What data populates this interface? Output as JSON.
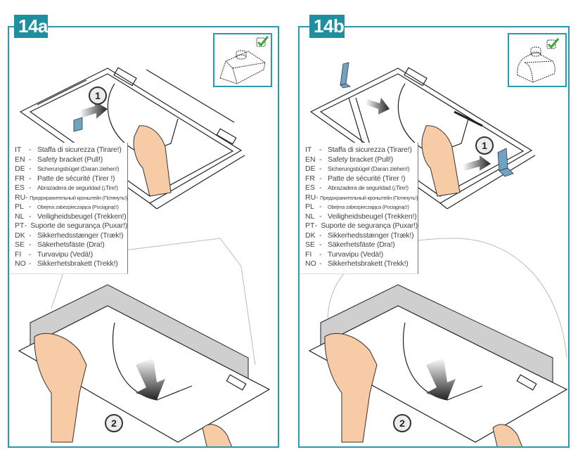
{
  "panels": [
    {
      "id": "14a",
      "label": "14a",
      "hood_type": "rectangular hood",
      "steps": [
        "1",
        "2"
      ],
      "check_icon": "checkmark-icon"
    },
    {
      "id": "14b",
      "label": "14b",
      "hood_type": "rounded hood",
      "steps": [
        "1",
        "2"
      ],
      "check_icon": "checkmark-icon"
    }
  ],
  "legend": [
    {
      "code": "IT",
      "text": "Staffa di sicurezza (Tirare!)"
    },
    {
      "code": "EN",
      "text": "Safety bracket (Pull!)"
    },
    {
      "code": "DE",
      "text": "Sicherungsbügel (Daran ziehen!)"
    },
    {
      "code": "FR",
      "text": "Patte de sécurité (Tirer !)"
    },
    {
      "code": "ES",
      "text": "Abrazadera de seguridad (¡Tire!)"
    },
    {
      "code": "RU",
      "text": "Предохранительный кронштейн (Потянуть!)"
    },
    {
      "code": "PL",
      "text": "Obejma zabezpieczająca (Pociągnąć!)"
    },
    {
      "code": "NL",
      "text": "Veiligheidsbeugel (Trekken!)"
    },
    {
      "code": "PT",
      "text": "Suporte de segurança (Puxar!)"
    },
    {
      "code": "DK",
      "text": "Sikkerhedsstænger (Træk!)"
    },
    {
      "code": "SE",
      "text": "Säkerhetsfäste (Dra!)"
    },
    {
      "code": "FI",
      "text": "Turvavipu (Vedä!)"
    },
    {
      "code": "NO",
      "text": "Sikkerhetsbrakett (Trekk!)"
    }
  ],
  "dash": "-",
  "colors": {
    "accent": "#1f8fa0",
    "border": "#2b9aaa",
    "bracket": "#6fa3c0",
    "check": "#3aaa35",
    "skin": "#f6cba6"
  }
}
